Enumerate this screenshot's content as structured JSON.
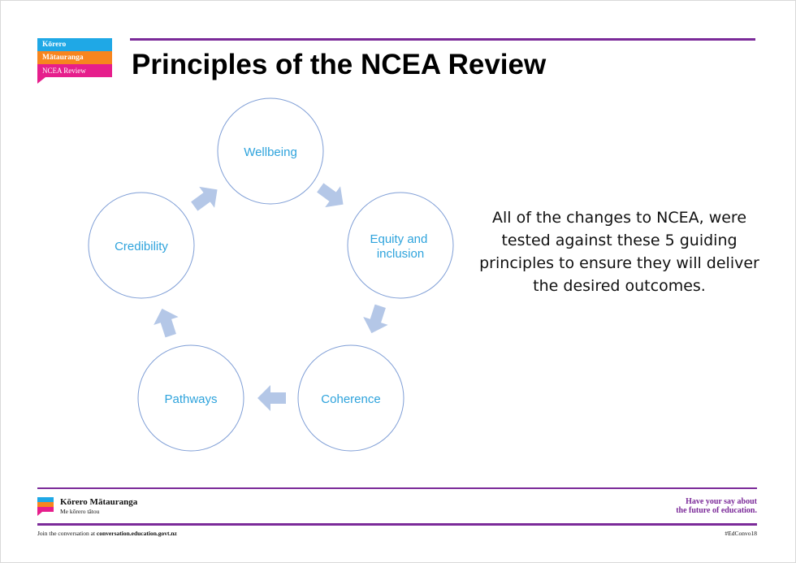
{
  "logo": {
    "line1": "Kōrero",
    "line2": "Mātauranga",
    "line3": "NCEA Review"
  },
  "title": "Principles of the NCEA Review",
  "principles": [
    "Wellbeing",
    "Equity and inclusion",
    "Coherence",
    "Pathways",
    "Credibility"
  ],
  "description": "All of the changes to NCEA, were tested against these 5 guiding principles to ensure they will deliver the desired outcomes.",
  "footer": {
    "logo_title": "Kōrero Mātauranga",
    "logo_sub": "Me kōrero tātou",
    "tagline_line1": "Have your say about",
    "tagline_line2": "the future of education.",
    "join_prefix": "Join the conversation at ",
    "join_url": "conversation.education.govt.nz",
    "hashtag": "#EdConvo18"
  },
  "colors": {
    "brand_blue": "#1fa8e6",
    "brand_orange": "#f7851e",
    "brand_pink": "#e61e8c",
    "brand_purple": "#7b2a99",
    "circle_text": "#2ea3dc",
    "arrow_fill": "#b4c7e7"
  }
}
